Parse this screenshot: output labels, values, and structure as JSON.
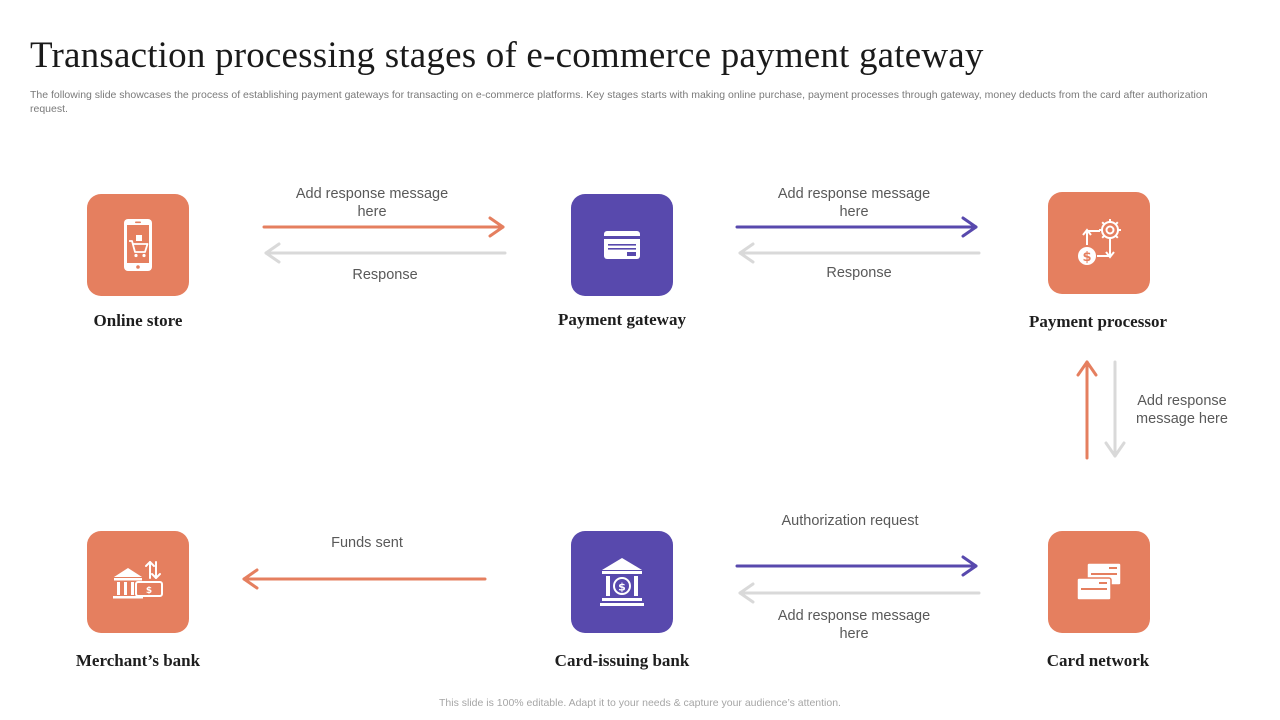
{
  "title": "Transaction processing stages of e-commerce payment gateway",
  "subtitle": "The following slide showcases the process of establishing payment gateways for transacting on e-commerce platforms. Key stages starts with making online purchase, payment processes through gateway, money deducts from the card after authorization request.",
  "colors": {
    "orange": "#e57f5f",
    "purple": "#5849ad",
    "gray_arrow": "#d9d9d9"
  },
  "nodes": {
    "online_store": {
      "label": "Online store",
      "icon": "mobile-shopping-cart-icon"
    },
    "payment_gateway": {
      "label": "Payment gateway",
      "icon": "credit-card-icon"
    },
    "payment_processor": {
      "label": "Payment processor",
      "icon": "dollar-gear-exchange-icon"
    },
    "card_network": {
      "label": "Card network",
      "icon": "stacked-cards-icon"
    },
    "card_issuing_bank": {
      "label": "Card-issuing bank",
      "icon": "bank-dollar-icon"
    },
    "merchants_bank": {
      "label": "Merchant’s bank",
      "icon": "bank-cash-transfer-icon"
    }
  },
  "messages": {
    "store_to_gateway": "Add response message here",
    "gateway_to_store": "Response",
    "gateway_to_processor": "Add response message here",
    "processor_to_gateway": "Response",
    "processor_network": "Add response message here",
    "authorization_request": "Authorization request",
    "issuing_to_network_response": "Add response message here",
    "funds_sent": "Funds sent"
  },
  "footer": "This slide is 100% editable. Adapt it to your needs & capture your audience’s attention."
}
